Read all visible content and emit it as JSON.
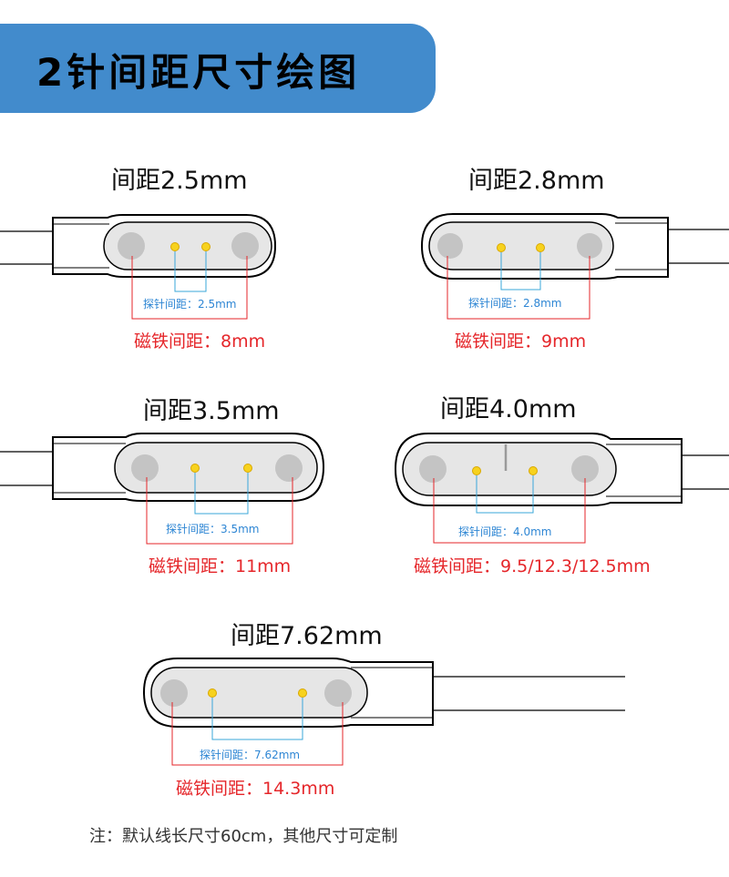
{
  "header": {
    "title": "2针间距尺寸绘图",
    "color": "#428bcc"
  },
  "diagrams": [
    {
      "title": "间距2.5mm",
      "probe_label": "探针间距：2.5mm",
      "magnet_label": "磁铁间距：8mm"
    },
    {
      "title": "间距2.8mm",
      "probe_label": "探针间距：2.8mm",
      "magnet_label": "磁铁间距：9mm"
    },
    {
      "title": "间距3.5mm",
      "probe_label": "探针间距：3.5mm",
      "magnet_label": "磁铁间距：11mm"
    },
    {
      "title": "间距4.0mm",
      "probe_label": "探针间距：4.0mm",
      "magnet_label": "磁铁间距：9.5/12.3/12.5mm"
    },
    {
      "title": "间距7.62mm",
      "probe_label": "探针间距：7.62mm",
      "magnet_label": "磁铁间距：14.3mm"
    }
  ],
  "colors": {
    "magnet": "#c4c4c4",
    "pin": "#f7d21e",
    "probe_line": "#3aa7d9",
    "magnet_line": "#e5262a",
    "face": "#e6e6e6"
  },
  "footer": {
    "note": "注：默认线长尺寸60cm，其他尺寸可定制"
  }
}
